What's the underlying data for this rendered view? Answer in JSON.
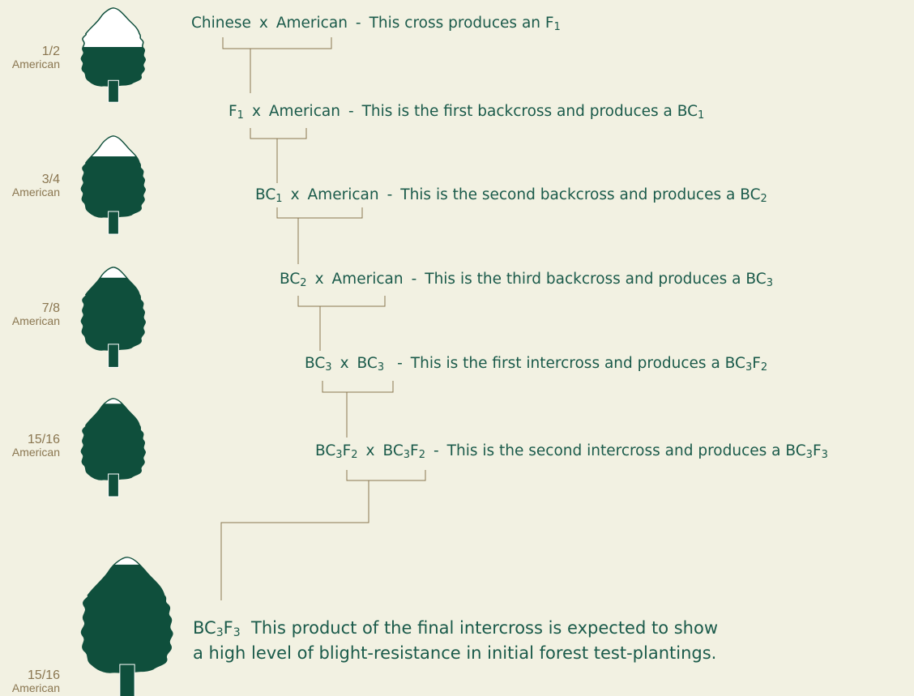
{
  "colors": {
    "background": "#f2f1e2",
    "tree": "#0f4f3c",
    "tree_light": "#ffffff",
    "lines": "#8a7650",
    "text": "#1a5a4a",
    "fraction_text": "#8a7650"
  },
  "trees": [
    {
      "fraction": "1/2",
      "label": "American",
      "american_share": 0.5
    },
    {
      "fraction": "3/4",
      "label": "American",
      "american_share": 0.75
    },
    {
      "fraction": "7/8",
      "label": "American",
      "american_share": 0.875
    },
    {
      "fraction": "15/16",
      "label": "American",
      "american_share": 0.9375
    },
    {
      "fraction": "15/16",
      "label": "American",
      "american_share": 0.9375
    }
  ],
  "crosses": [
    {
      "p1": "Chinese",
      "p1_sub": "",
      "p1_b": "",
      "p1_b_sub": "",
      "x": "x",
      "p2": "American",
      "p2_sub": "",
      "p2_b": "",
      "p2_b_sub": "",
      "dash": "-",
      "desc": "This cross produces an F",
      "desc_sub": "1",
      "desc_b": "",
      "desc_b_sub": ""
    },
    {
      "p1": "F",
      "p1_sub": "1",
      "p1_b": "",
      "p1_b_sub": "",
      "x": "x",
      "p2": "American",
      "p2_sub": "",
      "p2_b": "",
      "p2_b_sub": "",
      "dash": "-",
      "desc": "This is the first backcross and produces a BC",
      "desc_sub": "1",
      "desc_b": "",
      "desc_b_sub": ""
    },
    {
      "p1": "BC",
      "p1_sub": "1",
      "p1_b": "",
      "p1_b_sub": "",
      "x": "x",
      "p2": "American",
      "p2_sub": "",
      "p2_b": "",
      "p2_b_sub": "",
      "dash": "-",
      "desc": "This is the second backcross and produces a BC",
      "desc_sub": "2",
      "desc_b": "",
      "desc_b_sub": ""
    },
    {
      "p1": "BC",
      "p1_sub": "2",
      "p1_b": "",
      "p1_b_sub": "",
      "x": "x",
      "p2": "American",
      "p2_sub": "",
      "p2_b": "",
      "p2_b_sub": "",
      "dash": "-",
      "desc": "This is the third backcross and produces a BC",
      "desc_sub": "3",
      "desc_b": "",
      "desc_b_sub": ""
    },
    {
      "p1": "BC",
      "p1_sub": "3",
      "p1_b": "",
      "p1_b_sub": "",
      "x": "x",
      "p2": "BC",
      "p2_sub": "3",
      "p2_b": "",
      "p2_b_sub": "",
      "dash": "-",
      "desc": "This is the first intercross and produces a BC",
      "desc_sub": "3",
      "desc_b": "F",
      "desc_b_sub": "2"
    },
    {
      "p1": "BC",
      "p1_sub": "3",
      "p1_b": "F",
      "p1_b_sub": "2",
      "x": "x",
      "p2": "BC",
      "p2_sub": "3",
      "p2_b": "F",
      "p2_b_sub": "2",
      "dash": "-",
      "desc": "This is the second intercross and produces a BC",
      "desc_sub": "3",
      "desc_b": "F",
      "desc_b_sub": "3"
    }
  ],
  "final": {
    "name": "BC",
    "name_sub": "3",
    "name_b": "F",
    "name_b_sub": "3",
    "line1": "This product of the final intercross is expected to show",
    "line2": "a high level of blight-resistance in initial forest test-plantings."
  }
}
